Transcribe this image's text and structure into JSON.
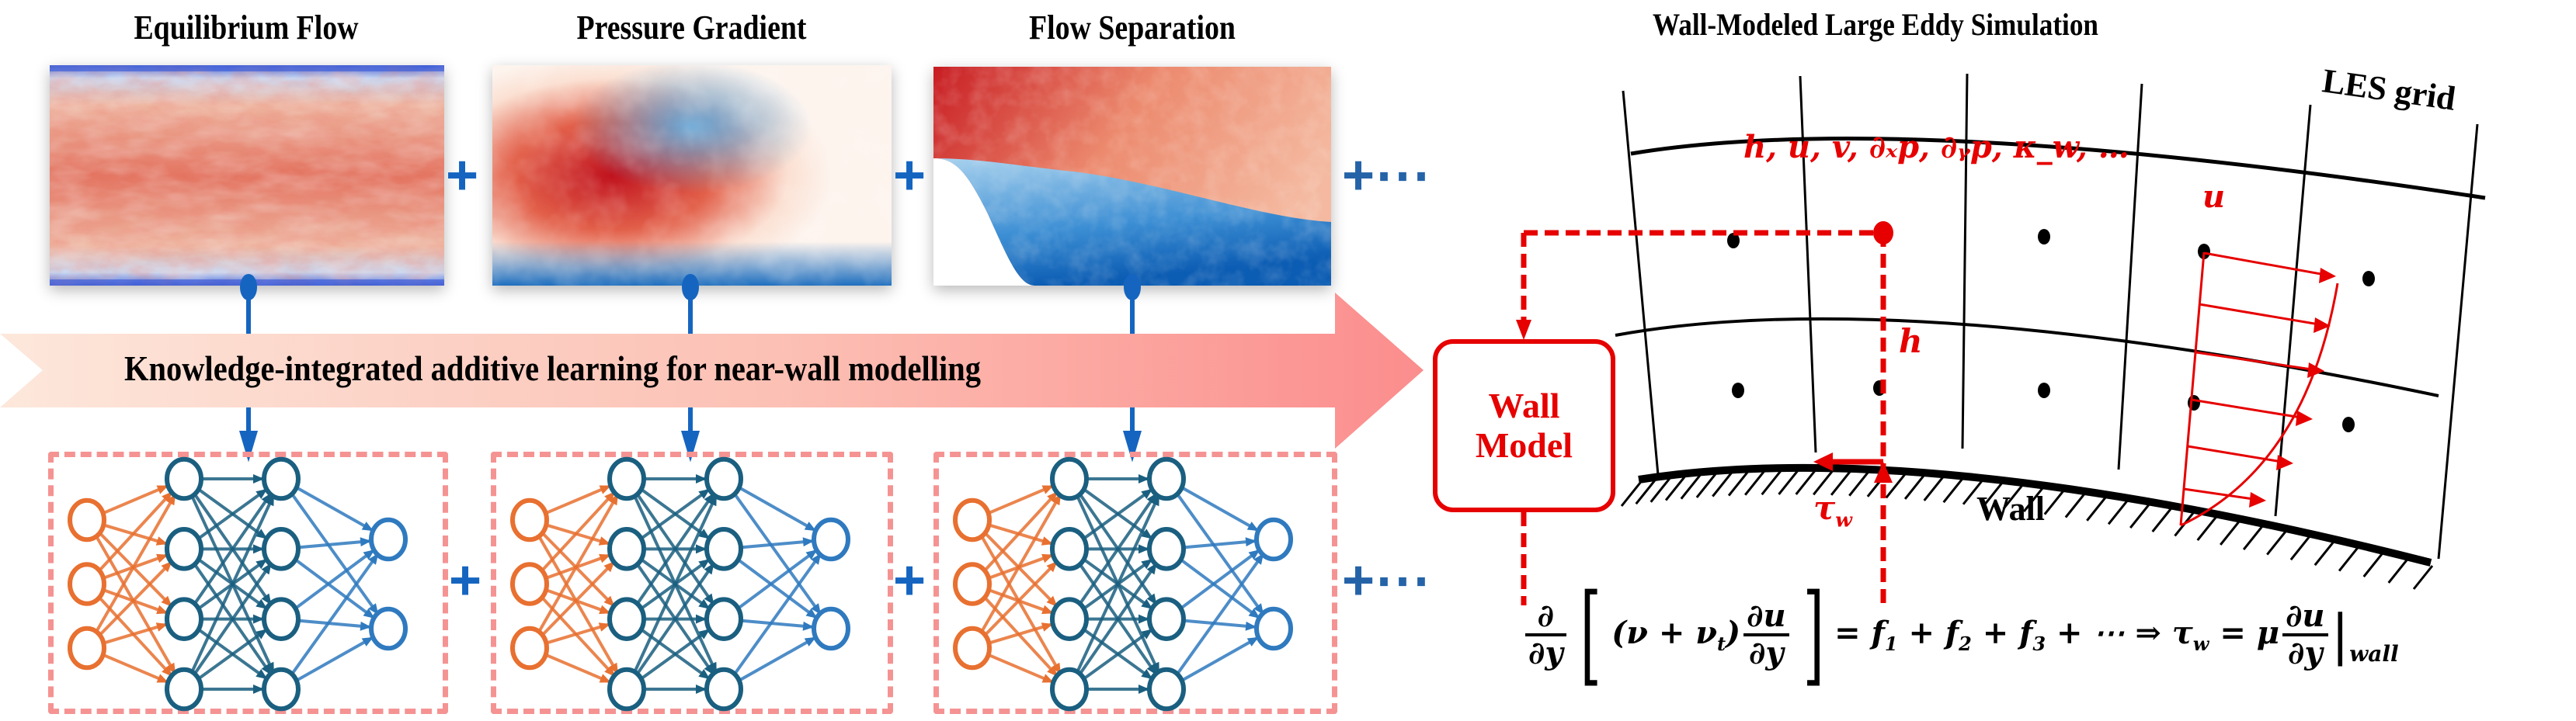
{
  "left": {
    "panels": [
      {
        "title": "Equilibrium Flow",
        "field_type": "equilibrium"
      },
      {
        "title": "Pressure Gradient",
        "field_type": "pressure-gradient"
      },
      {
        "title": "Flow Separation",
        "field_type": "separation"
      }
    ],
    "plus_symbol": "+",
    "continuation": "+⋯",
    "band_label": "Knowledge-integrated additive learning for near-wall modelling",
    "network": {
      "layers": [
        3,
        4,
        4,
        2
      ],
      "colors": {
        "input": "#e87030",
        "hidden": "#1a5f80",
        "output": "#2f7abf"
      }
    }
  },
  "right": {
    "title": "Wall-Modeled Large Eddy Simulation",
    "grid_label": "LES grid",
    "wall_label": "Wall",
    "inputs_label": "h, u, v, ∂ₓp, ∂ᵧp, κ_w, …",
    "inputs": [
      "h",
      "u",
      "v",
      "∂xp",
      "∂yp",
      "κw",
      "…"
    ],
    "height_label": "h",
    "velocity_label": "u",
    "shear_label": "τ",
    "shear_sub": "w",
    "wall_model_line1": "Wall",
    "wall_model_line2": "Model"
  },
  "equation": {
    "d": "∂",
    "dy": "∂y",
    "du": "∂u",
    "nu_sum": "(ν + ν",
    "nu_t_sub": "t",
    "close_paren": ")",
    "rhs": "= f",
    "f1": "1",
    "plus_f2": " + f",
    "f2": "2",
    "plus_f3": " + f",
    "f3": "3",
    "tail": " + ⋯ ⇒ τ",
    "tau_sub": "w",
    "eq_mu": " = μ",
    "eval_bar": "|",
    "wall_sub": "wall"
  },
  "colors": {
    "accent_blue": "#1565c0",
    "red": "#e60000",
    "band_start": "#fde7db",
    "band_end": "#fc8e8e",
    "nn_box": "#f59393"
  }
}
